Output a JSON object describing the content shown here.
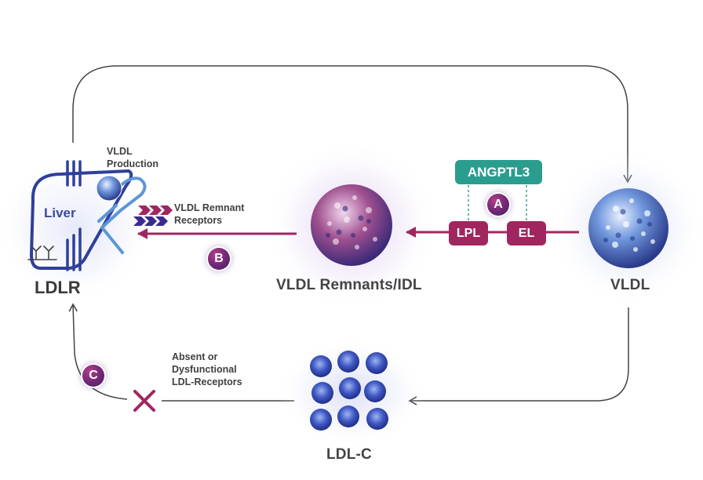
{
  "labels": {
    "liver": "Liver",
    "ldlr": "LDLR",
    "vldl_production": [
      "VLDL",
      "Production"
    ],
    "remnant_receptors": [
      "VLDL Remnant",
      "Receptors"
    ],
    "remnants": "VLDL Remnants/IDL",
    "vldl": "VLDL",
    "ldlc": "LDL-C",
    "absent": [
      "Absent or",
      "Dysfunctional",
      "LDL-Receptors"
    ]
  },
  "enzymes": {
    "angptl3": "ANGPTL3",
    "lpl": "LPL",
    "el": "EL"
  },
  "badges": {
    "a": "A",
    "b": "B",
    "c": "C"
  },
  "colors": {
    "magenta": "#a0265f",
    "teal": "#2a9d8f",
    "liver_blue": "#3a4aa0",
    "receptor_blue": "#5c96d6",
    "badge_purple": "#6a2a78",
    "line_gray": "#444444"
  }
}
